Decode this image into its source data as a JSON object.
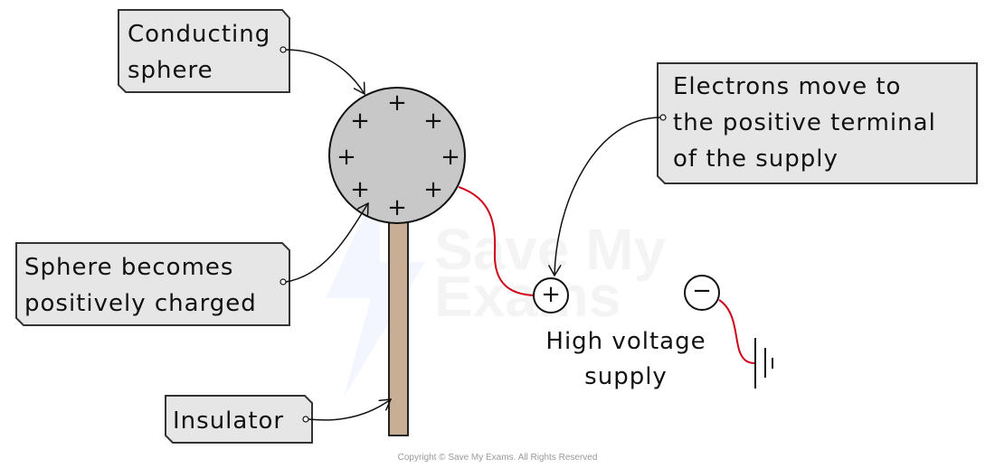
{
  "labels": {
    "conducting_sphere": [
      "Conducting",
      "sphere"
    ],
    "sphere_charged": [
      "Sphere becomes",
      "positively charged"
    ],
    "insulator": "Insulator",
    "electrons": [
      "Electrons move to",
      "the positive terminal",
      "of the supply"
    ],
    "supply": [
      "High voltage",
      "supply"
    ]
  },
  "sphere_charge_symbol": "+",
  "terminal_positive": "+",
  "terminal_negative": "−",
  "watermark": [
    "Save My",
    "Exams"
  ],
  "copyright": "Copyright © Save My Exams. All Rights Reserved",
  "colors": {
    "sphere": "#c8c8c8",
    "insulator_rod": "#c8ae94",
    "wire": "#d0021b",
    "label_box": "#e6e6e6"
  }
}
